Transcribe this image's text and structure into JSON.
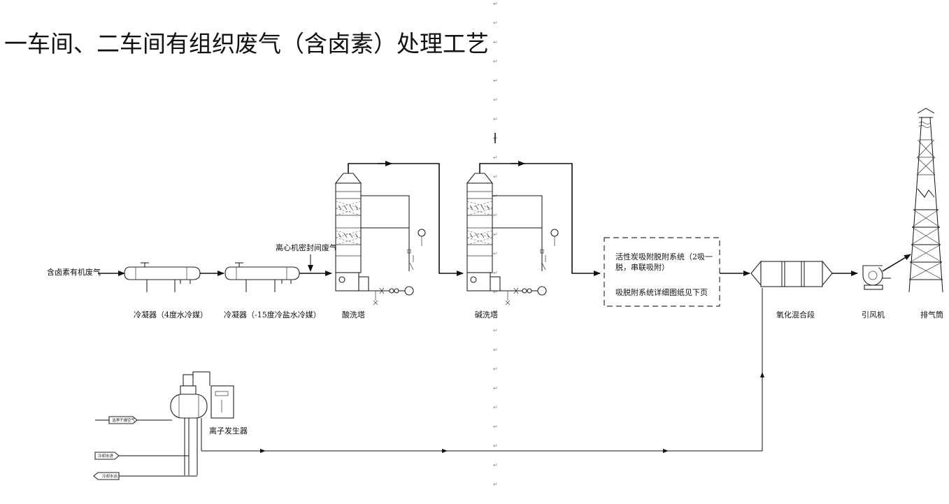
{
  "title": "一车间、二车间有组织废气（含卤素）处理工艺",
  "labels": {
    "inlet_gas": "含卤素有机废气",
    "condenser_1": "冷凝器（4度水冷媒）",
    "condenser_2": "冷凝器（-15度冷盐水冷媒）",
    "centrifuge_seal_gas": "离心机密封间废气",
    "acid_tower": "酸洗塔",
    "alkali_tower": "碱洗塔",
    "carbon_system_line1": "活性炭吸附脱附系统（2吸一",
    "carbon_system_line2": "脱，串联吸附）",
    "carbon_system_note": "吸脱附系统详细图纸见下页",
    "oxidation_mixing": "氧化混合段",
    "induced_fan": "引风机",
    "stack": "排气筒",
    "ion_generator": "离子发生器",
    "tag_clean_dry_air": "洁净干燥空气",
    "tag_cooling_in": "冷却水进",
    "tag_cooling_out": "冷却水出"
  },
  "paragraph_mark": "↵",
  "colors": {
    "line": "#111111",
    "background": "#ffffff",
    "mark": "#888888"
  }
}
